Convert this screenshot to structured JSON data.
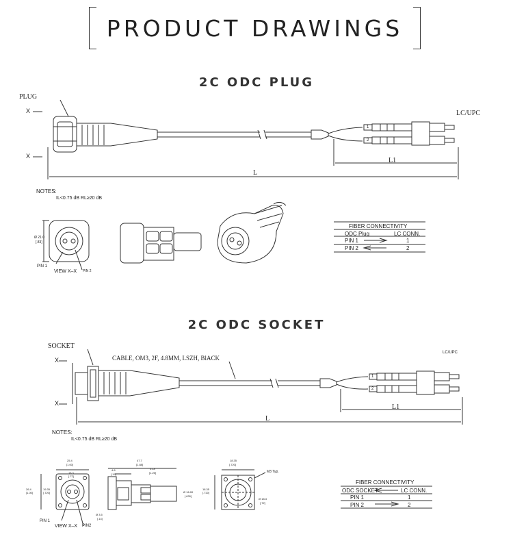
{
  "header": {
    "title": "PRODUCT DRAWINGS"
  },
  "plug": {
    "section_title": "2C ODC PLUG",
    "label_plug": "PLUG",
    "axis_x": "X",
    "connector_label": "LC/UPC",
    "dim_L": "L",
    "dim_L1": "L1",
    "pin1": "1",
    "pin2": "2",
    "notes_title": "NOTES:",
    "notes_line": "IL<0.75 dB    RL≥20 dB",
    "dim_diameter": "Ø 21.0",
    "dim_diameter_sub": "[.83]",
    "view_label": "VIEW  X–X",
    "pin1_label": "PIN  1",
    "pin2_label": "PIN 2",
    "table": {
      "title": "FIBER  CONNECTIVITY",
      "col1": "ODC Plug",
      "col2": "LC  CONN.",
      "rows": [
        {
          "left": "PIN  1",
          "right": "1"
        },
        {
          "left": "PIN  2",
          "right": "2"
        }
      ]
    }
  },
  "socket": {
    "section_title": "2C ODC SOCKET",
    "label_socket": "SOCKET",
    "axis_x": "X",
    "cable_label": "CABLE, OM3, 2F, 4.8MM, LSZH, BlACK",
    "connector_label": "LC/UPC",
    "dim_L": "L",
    "dim_L1": "L1",
    "pin1": "1",
    "pin2": "2",
    "notes_title": "NOTES:",
    "notes_line": "IL<0.75 dB    RL≥20 dB",
    "dims": {
      "d1": "25.4",
      "d1s": "[1.00]",
      "d2": "18.3",
      "d2s": "[.72]",
      "d3": "19.35",
      "d3s": "[.720]",
      "d4": "26.4",
      "d4s": "[1.00]",
      "d5": "Ø 3.5",
      "d5s": "[.14]",
      "d6": "47.7",
      "d6s": "[1.88]",
      "d7": "31.8",
      "d7s": "[1.25]",
      "d8": "4.8",
      "d8s": "[.19]",
      "d9": "Ø 16.00",
      "d9s": "[.630]",
      "d10": "18.35",
      "d10s": "[.720]",
      "d11": "18.35",
      "d11s": "[.720]",
      "d12": "Ø 18.3",
      "d12s": "[.72]",
      "d13": "M3 Typ."
    },
    "view_label": "VIEW  X–X",
    "pin1_label": "PIN  1",
    "pin2_label": "PIN2",
    "table": {
      "title": "FIBER  CONNECTIVITY",
      "col1": "ODC  SOCKET",
      "col2": "LC  CONN.",
      "rows": [
        {
          "left": "PIN  1",
          "right": "1"
        },
        {
          "left": "PIN  2",
          "right": "2"
        }
      ]
    }
  }
}
